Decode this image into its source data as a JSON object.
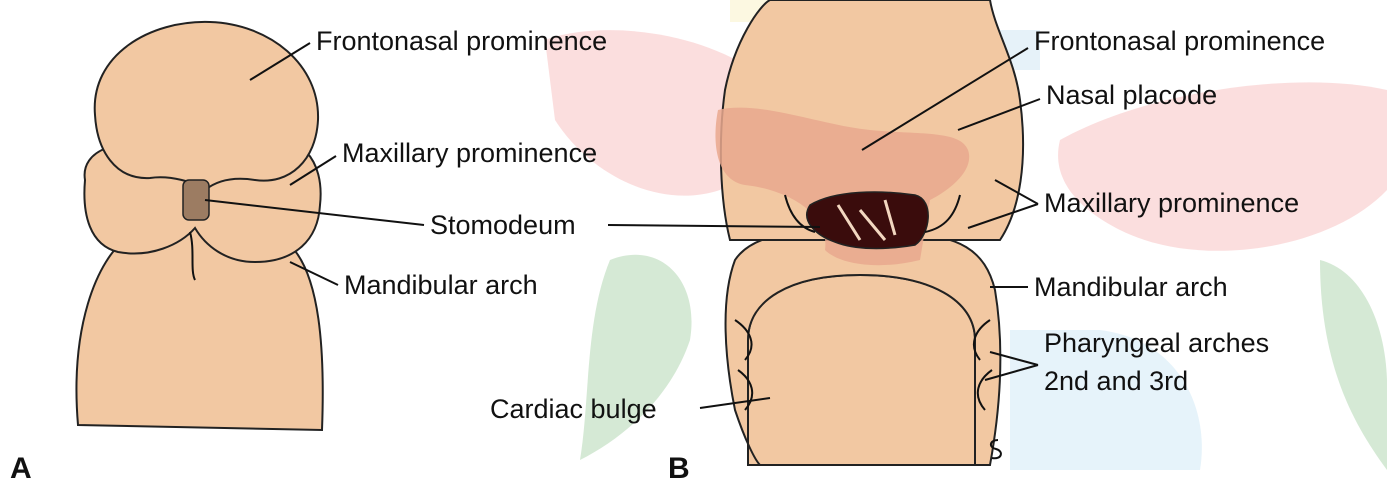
{
  "panels": {
    "a": {
      "letter": "A",
      "labels": {
        "frontonasal": "Frontonasal prominence",
        "maxillary": "Maxillary prominence",
        "stomodeum": "Stomodeum",
        "mandibular": "Mandibular arch"
      }
    },
    "b": {
      "letter": "B",
      "labels": {
        "frontonasal": "Frontonasal prominence",
        "nasal_placode": "Nasal placode",
        "maxillary": "Maxillary prominence",
        "mandibular": "Mandibular arch",
        "pharyngeal_line1": "Pharyngeal arches",
        "pharyngeal_line2": "2nd and 3rd",
        "cardiac": "Cardiac bulge"
      }
    }
  },
  "colors": {
    "tissue": "#f2c8a2",
    "tissue_shadow": "#e6b48c",
    "frontonasal_highlight": "#e9a88e",
    "mouth_dark": "#3a0c0c",
    "outline": "#222222",
    "watermark_red": "#ef6b6b",
    "watermark_green": "#3e9a3e",
    "watermark_blue": "#8fc9e6",
    "watermark_yellow": "#f6e27a"
  }
}
